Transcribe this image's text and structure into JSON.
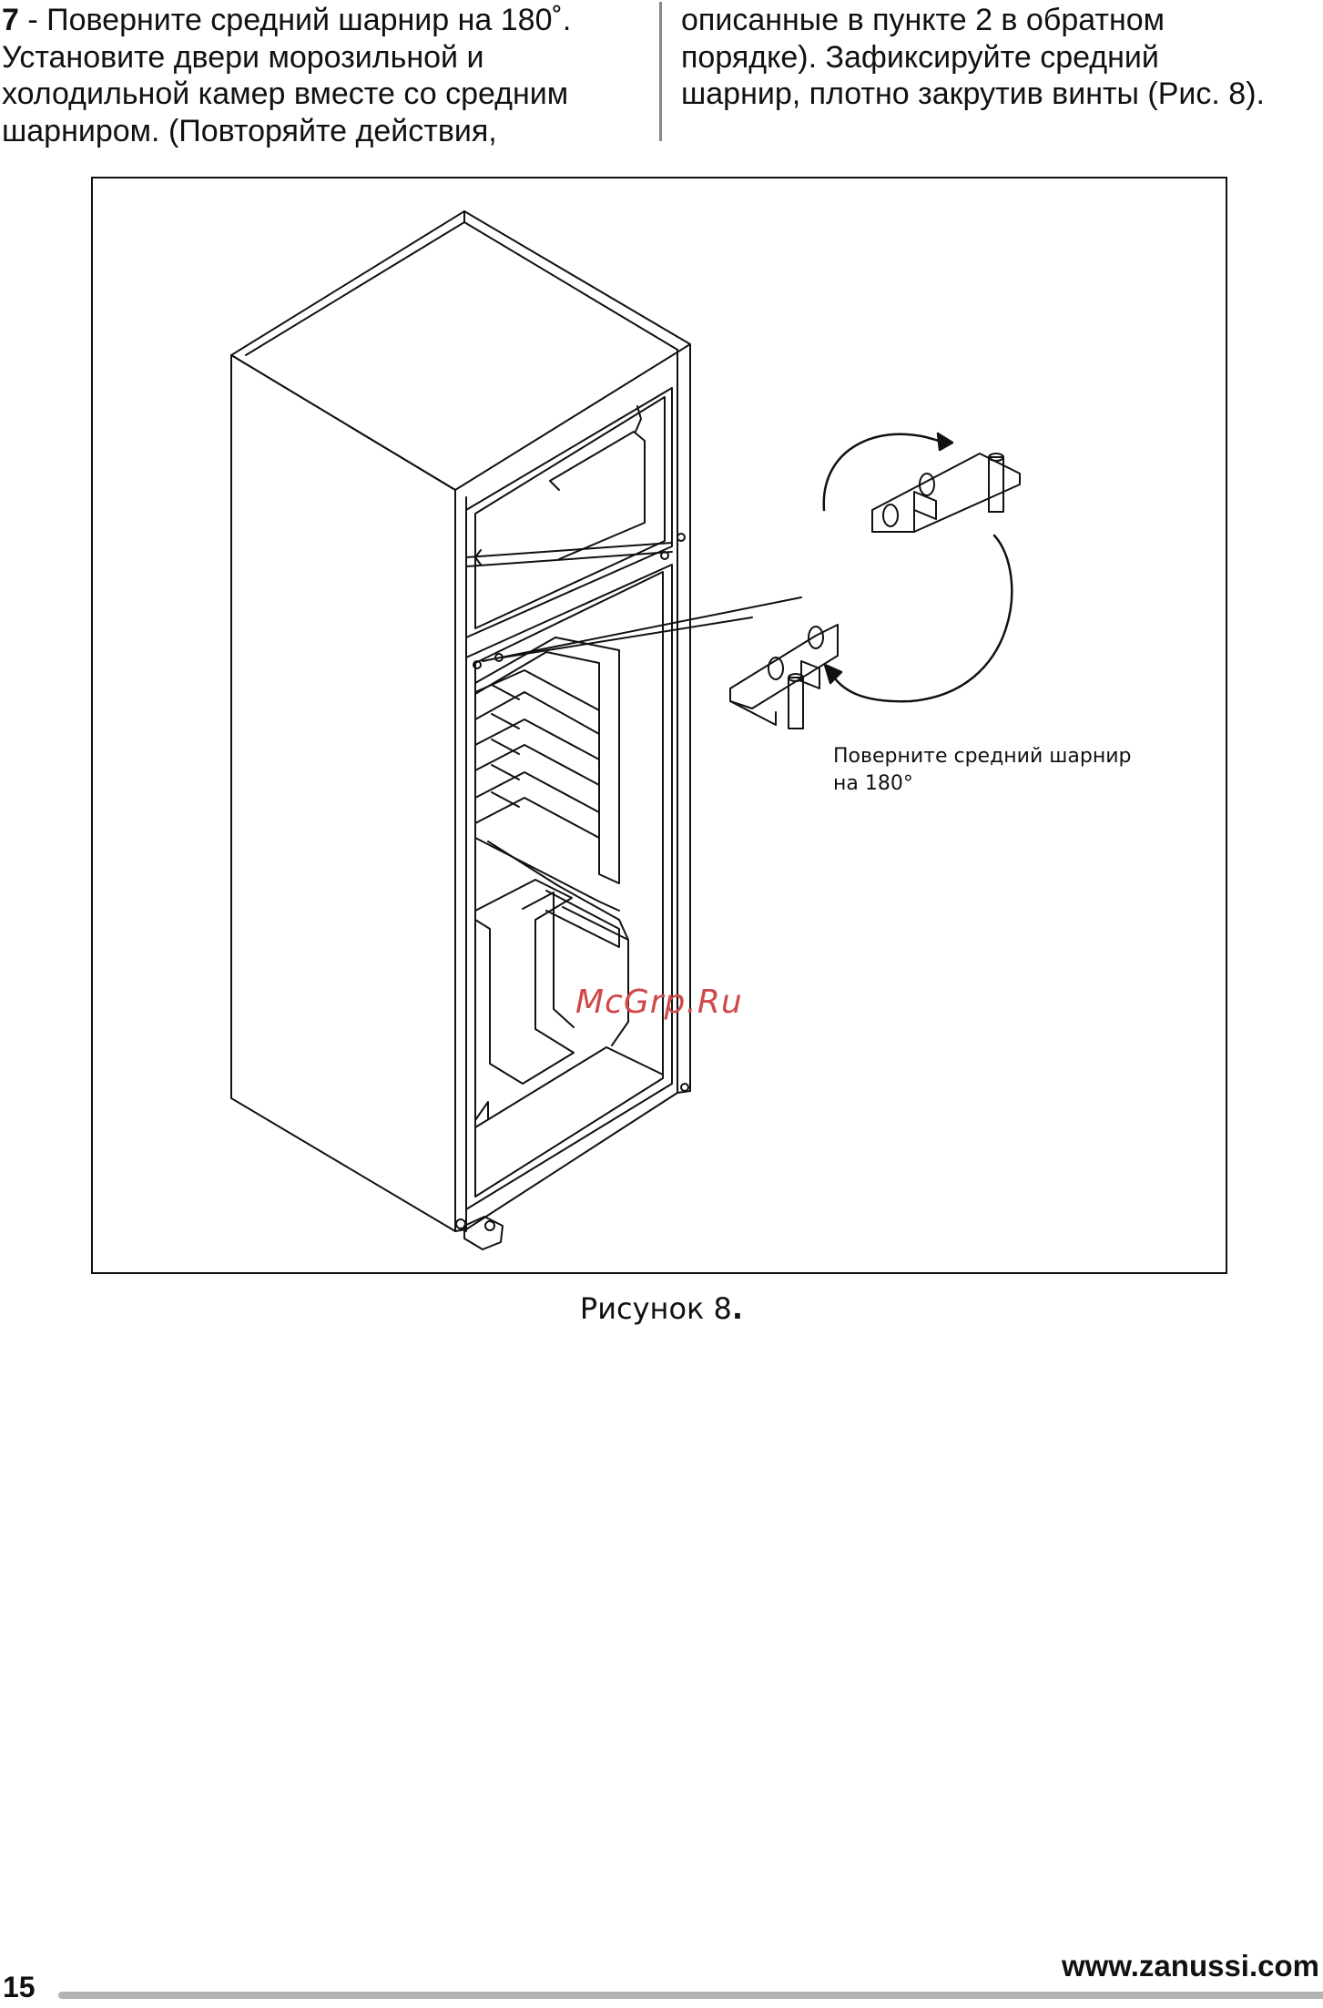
{
  "instructions": {
    "step_number": "7",
    "left_lines": [
      " - Поверните средний шарнир на 180˚.",
      "Установите двери морозильной и",
      "холодильной камер вместе со средним",
      "шарниром. (Повторяйте действия,"
    ],
    "right_lines": [
      "описанные в пункте 2 в обратном",
      "порядке). Зафиксируйте средний",
      "шарнир, плотно закрутив винты (Рис. 8)."
    ]
  },
  "figure": {
    "callout_lines": [
      "Поверните средний шарнир",
      "на 180°"
    ],
    "watermark": "McGrp.Ru",
    "caption": "Рисунок 8",
    "caption_dot": "."
  },
  "footer": {
    "page_number": "15",
    "website": "www.zanussi.com"
  }
}
